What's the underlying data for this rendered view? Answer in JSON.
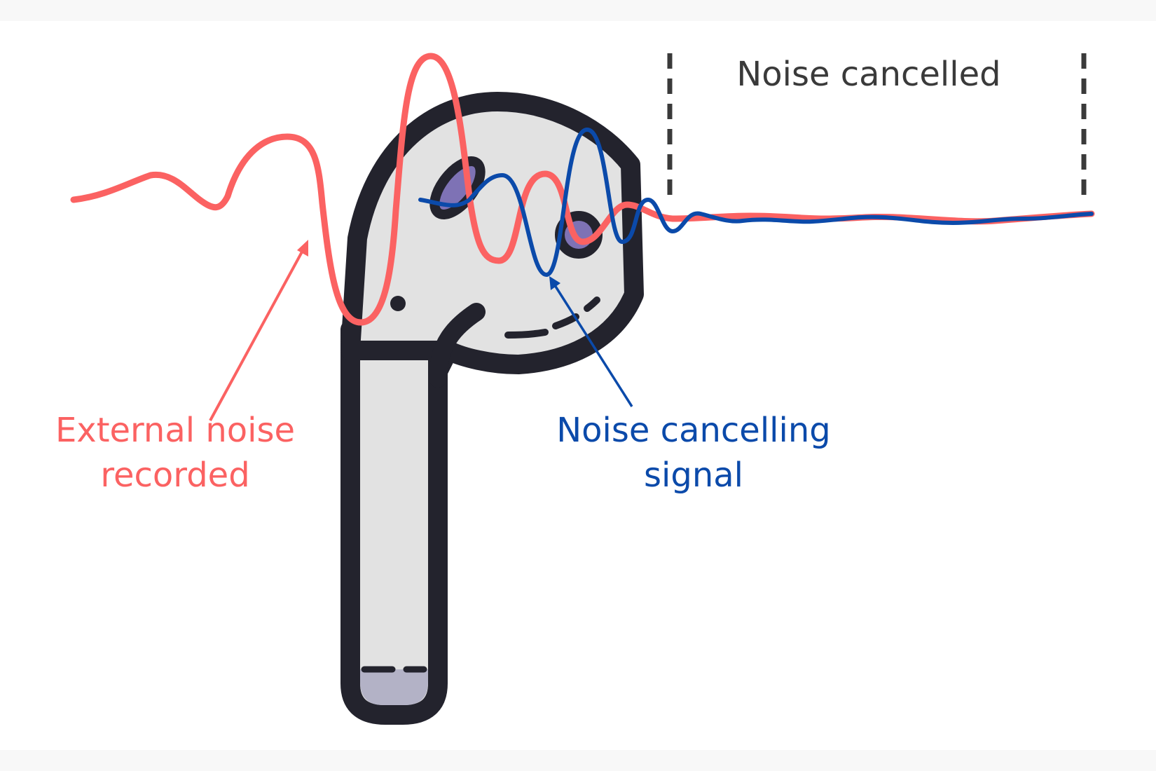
{
  "labels": {
    "noise_cancelled": "Noise cancelled",
    "external_noise_line1": "External noise",
    "external_noise_line2": "recorded",
    "cancelling_signal_line1": "Noise cancelling",
    "cancelling_signal_line2": "signal"
  },
  "colors": {
    "external_noise": "#fb6262",
    "cancelling_signal": "#0b4aaa",
    "earbud_body": "#e2e2e2",
    "earbud_outline": "#23232d",
    "sensor": "#7e72b5",
    "tip": "#b3b2c6",
    "bracket": "#3a3a3a"
  }
}
